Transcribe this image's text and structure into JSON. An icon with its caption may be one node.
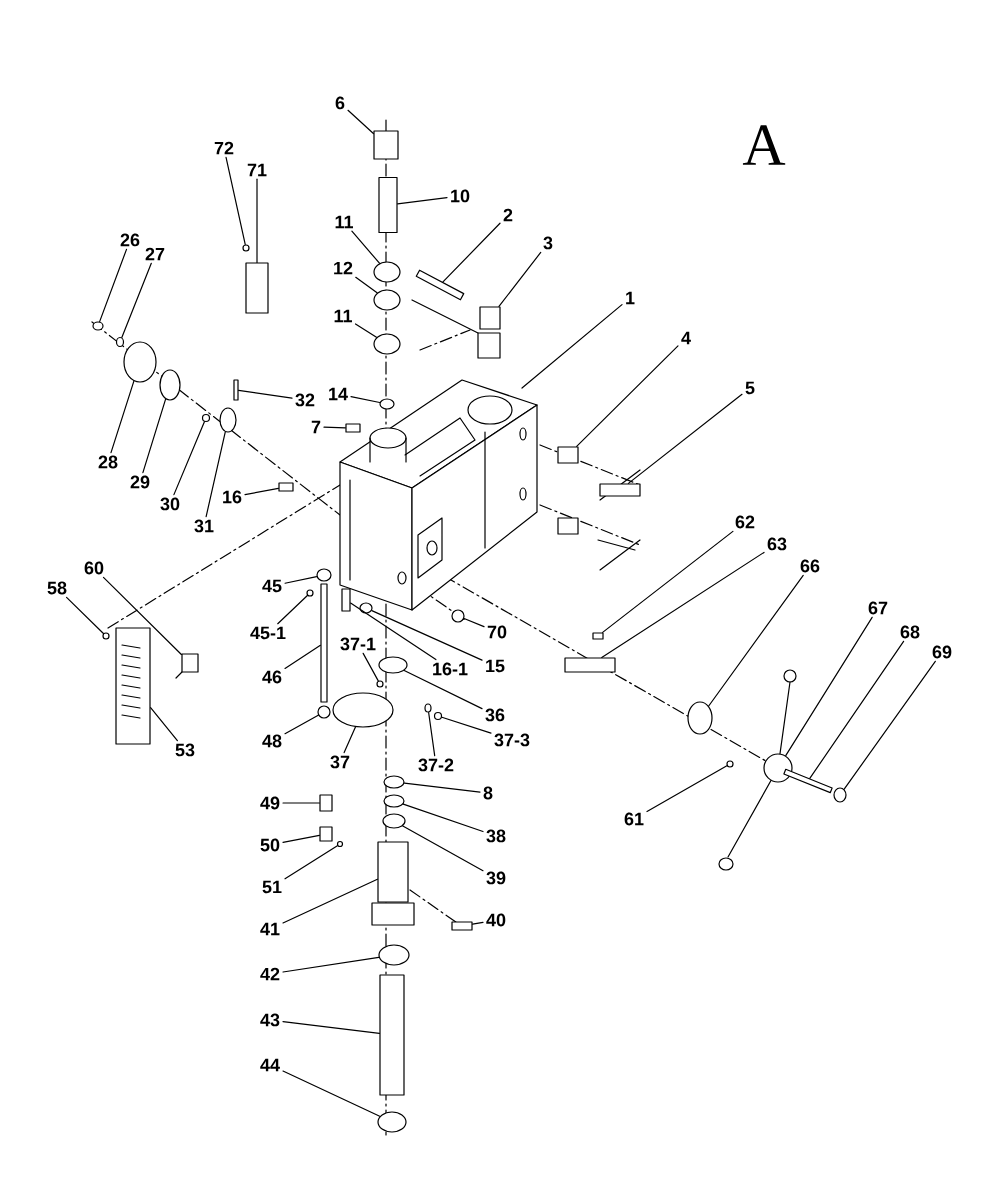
{
  "diagram": {
    "nodes": [
      {
        "text": [
          "6"
        ]
      },
      {
        "text": [
          "72"
        ]
      },
      {
        "text": [
          "71"
        ]
      },
      {
        "text": [
          "10"
        ]
      },
      {
        "text": [
          "11"
        ]
      },
      {
        "text": [
          "2"
        ]
      },
      {
        "text": [
          "26"
        ]
      },
      {
        "text": [
          "27"
        ]
      },
      {
        "text": [
          "3"
        ]
      },
      {
        "text": [
          "12"
        ]
      },
      {
        "text": [
          "11"
        ]
      },
      {
        "text": [
          "1"
        ]
      },
      {
        "text": [
          "4"
        ]
      },
      {
        "text": [
          "14"
        ]
      },
      {
        "text": [
          "32"
        ]
      },
      {
        "text": [
          "5"
        ]
      },
      {
        "text": [
          "7"
        ]
      },
      {
        "text": [
          "28"
        ]
      },
      {
        "text": [
          "29"
        ]
      },
      {
        "text": [
          "30"
        ]
      },
      {
        "text": [
          "16"
        ]
      },
      {
        "text": [
          "31"
        ]
      },
      {
        "text": [
          "62"
        ]
      },
      {
        "text": [
          "63"
        ]
      },
      {
        "text": [
          "66"
        ]
      },
      {
        "text": [
          "60"
        ]
      },
      {
        "text": [
          "58"
        ]
      },
      {
        "text": [
          "45"
        ]
      },
      {
        "text": [
          "67"
        ]
      },
      {
        "text": [
          "68"
        ]
      },
      {
        "text": [
          "69"
        ]
      },
      {
        "text": [
          "70"
        ]
      },
      {
        "text": [
          "45-1"
        ]
      },
      {
        "text": [
          "37-1"
        ]
      },
      {
        "text": [
          "16-1"
        ]
      },
      {
        "text": [
          "15"
        ]
      },
      {
        "text": [
          "46"
        ]
      },
      {
        "text": [
          "36"
        ]
      },
      {
        "text": [
          "48"
        ]
      },
      {
        "text": [
          "37-3"
        ]
      },
      {
        "text": [
          "53"
        ]
      },
      {
        "text": [
          "37"
        ]
      },
      {
        "text": [
          "37-2"
        ]
      },
      {
        "text": [
          "8"
        ]
      },
      {
        "text": [
          "49"
        ]
      },
      {
        "text": [
          "61"
        ]
      },
      {
        "text": [
          "38"
        ]
      },
      {
        "text": [
          "50"
        ]
      },
      {
        "text": [
          "39"
        ]
      },
      {
        "text": [
          "51"
        ]
      },
      {
        "text": [
          "40"
        ]
      },
      {
        "text": [
          "41"
        ]
      },
      {
        "text": [
          "42"
        ]
      },
      {
        "text": [
          "43"
        ]
      },
      {
        "text": [
          "44"
        ]
      },
      {
        "text": [],
        "shape": "box"
      },
      {
        "text": [],
        "shape": "circle"
      },
      {
        "text": [],
        "shape": "box"
      },
      {
        "text": [],
        "shape": "box"
      },
      {
        "text": [],
        "shape": "circle"
      },
      {
        "text": [],
        "shape": "bar"
      },
      {
        "text": [],
        "shape": "circle"
      },
      {
        "text": [],
        "shape": "circle"
      },
      {
        "text": [],
        "shape": "box"
      },
      {
        "text": [],
        "shape": "circle"
      },
      {
        "text": [],
        "shape": "circle"
      },
      {
        "text": [],
        "shape": "box"
      },
      {
        "text": [],
        "shape": "circle"
      },
      {
        "text": [],
        "shape": "bar"
      },
      {
        "text": [],
        "shape": "box"
      },
      {
        "text": [],
        "shape": "box"
      },
      {
        "text": [],
        "shape": "circle"
      },
      {
        "text": [],
        "shape": "circle"
      },
      {
        "text": [],
        "shape": "circle"
      },
      {
        "text": [],
        "shape": "box"
      },
      {
        "text": [],
        "shape": "circle"
      },
      {
        "text": [],
        "shape": "box"
      },
      {
        "text": [],
        "shape": "box"
      },
      {
        "text": [],
        "shape": "circle"
      },
      {
        "text": [],
        "shape": "box"
      },
      {
        "text": [],
        "shape": "circle"
      },
      {
        "text": [],
        "shape": "circle"
      },
      {
        "text": [],
        "shape": "circle"
      },
      {
        "text": [],
        "shape": "bar"
      },
      {
        "text": [],
        "shape": "circle"
      },
      {
        "text": [],
        "shape": "circle"
      },
      {
        "text": [],
        "shape": "circle"
      },
      {
        "text": [],
        "shape": "circle"
      },
      {
        "text": [],
        "shape": "box"
      },
      {
        "text": [],
        "shape": "circle"
      },
      {
        "text": [],
        "shape": "bar"
      },
      {
        "text": [],
        "shape": "circle"
      },
      {
        "text": [],
        "shape": "circle"
      },
      {
        "text": [],
        "shape": "circle"
      },
      {
        "text": [],
        "shape": "box"
      },
      {
        "text": [],
        "shape": "circle"
      },
      {
        "text": [],
        "shape": "circle"
      },
      {
        "text": [],
        "shape": "circle"
      },
      {
        "text": [],
        "shape": "box"
      },
      {
        "text": [],
        "shape": "circle"
      },
      {
        "text": [],
        "shape": "circle"
      },
      {
        "text": [],
        "shape": "box"
      },
      {
        "text": [],
        "shape": "circle"
      },
      {
        "text": [],
        "shape": "circle"
      },
      {
        "text": [],
        "shape": "box"
      },
      {
        "text": [],
        "shape": "box"
      },
      {
        "text": [],
        "shape": "circle"
      },
      {
        "text": [],
        "shape": "box"
      },
      {
        "text": [],
        "shape": "circle"
      }
    ],
    "edges": [
      {
        "from": 0,
        "to": 55,
        "arrow": "none"
      },
      {
        "from": 1,
        "to": 56,
        "arrow": "none"
      },
      {
        "from": 2,
        "to": 57,
        "arrow": "none"
      },
      {
        "from": 3,
        "to": 58,
        "arrow": "none"
      },
      {
        "from": 4,
        "to": 59,
        "arrow": "none"
      },
      {
        "from": 5,
        "to": 60,
        "arrow": "none"
      },
      {
        "from": 6,
        "to": 61,
        "arrow": "none"
      },
      {
        "from": 7,
        "to": 62,
        "arrow": "none"
      },
      {
        "from": 8,
        "to": 63,
        "arrow": "none"
      },
      {
        "from": 9,
        "to": 64,
        "arrow": "none"
      },
      {
        "from": 10,
        "to": 65,
        "arrow": "none"
      },
      {
        "from": 11,
        "to": null,
        "arrow": "none"
      },
      {
        "from": 12,
        "to": 66,
        "arrow": "none"
      },
      {
        "from": 13,
        "to": 67,
        "arrow": "none"
      },
      {
        "from": 14,
        "to": 68,
        "arrow": "none"
      },
      {
        "from": 15,
        "to": 69,
        "arrow": "none"
      },
      {
        "from": 16,
        "to": 70,
        "arrow": "none"
      },
      {
        "from": 17,
        "to": 71,
        "arrow": "none"
      },
      {
        "from": 18,
        "to": 72,
        "arrow": "none"
      },
      {
        "from": 19,
        "to": 73,
        "arrow": "none"
      },
      {
        "from": 20,
        "to": 74,
        "arrow": "none"
      },
      {
        "from": 21,
        "to": 75,
        "arrow": "none"
      },
      {
        "from": 22,
        "to": 76,
        "arrow": "none"
      },
      {
        "from": 23,
        "to": 77,
        "arrow": "none"
      },
      {
        "from": 24,
        "to": 78,
        "arrow": "none"
      },
      {
        "from": 25,
        "to": 79,
        "arrow": "none"
      },
      {
        "from": 26,
        "to": 80,
        "arrow": "none"
      },
      {
        "from": 27,
        "to": 81,
        "arrow": "none"
      },
      {
        "from": 28,
        "to": 82,
        "arrow": "none"
      },
      {
        "from": 29,
        "to": 83,
        "arrow": "none"
      },
      {
        "from": 30,
        "to": 84,
        "arrow": "none"
      },
      {
        "from": 31,
        "to": 85,
        "arrow": "none"
      },
      {
        "from": 32,
        "to": 86,
        "arrow": "none"
      },
      {
        "from": 33,
        "to": 87,
        "arrow": "none"
      },
      {
        "from": 34,
        "to": 88,
        "arrow": "none"
      },
      {
        "from": 35,
        "to": 89,
        "arrow": "none"
      },
      {
        "from": 36,
        "to": 90,
        "arrow": "none"
      },
      {
        "from": 37,
        "to": 91,
        "arrow": "none"
      },
      {
        "from": 38,
        "to": 92,
        "arrow": "none"
      },
      {
        "from": 39,
        "to": 93,
        "arrow": "none"
      },
      {
        "from": 40,
        "to": 94,
        "arrow": "none"
      },
      {
        "from": 41,
        "to": 95,
        "arrow": "none"
      },
      {
        "from": 42,
        "to": 96,
        "arrow": "none"
      },
      {
        "from": 43,
        "to": 97,
        "arrow": "none"
      },
      {
        "from": 44,
        "to": 98,
        "arrow": "none"
      },
      {
        "from": 45,
        "to": 99,
        "arrow": "none"
      },
      {
        "from": 46,
        "to": 100,
        "arrow": "none"
      },
      {
        "from": 47,
        "to": 101,
        "arrow": "none"
      },
      {
        "from": 48,
        "to": 102,
        "arrow": "none"
      },
      {
        "from": 49,
        "to": 103,
        "arrow": "none"
      },
      {
        "from": 50,
        "to": 104,
        "arrow": "none"
      },
      {
        "from": 51,
        "to": 105,
        "arrow": "none"
      },
      {
        "from": 52,
        "to": 106,
        "arrow": "none"
      },
      {
        "from": 53,
        "to": 107,
        "arrow": "none"
      },
      {
        "from": 54,
        "to": 108,
        "arrow": "none"
      }
    ],
    "labels": [
      "A"
    ]
  }
}
